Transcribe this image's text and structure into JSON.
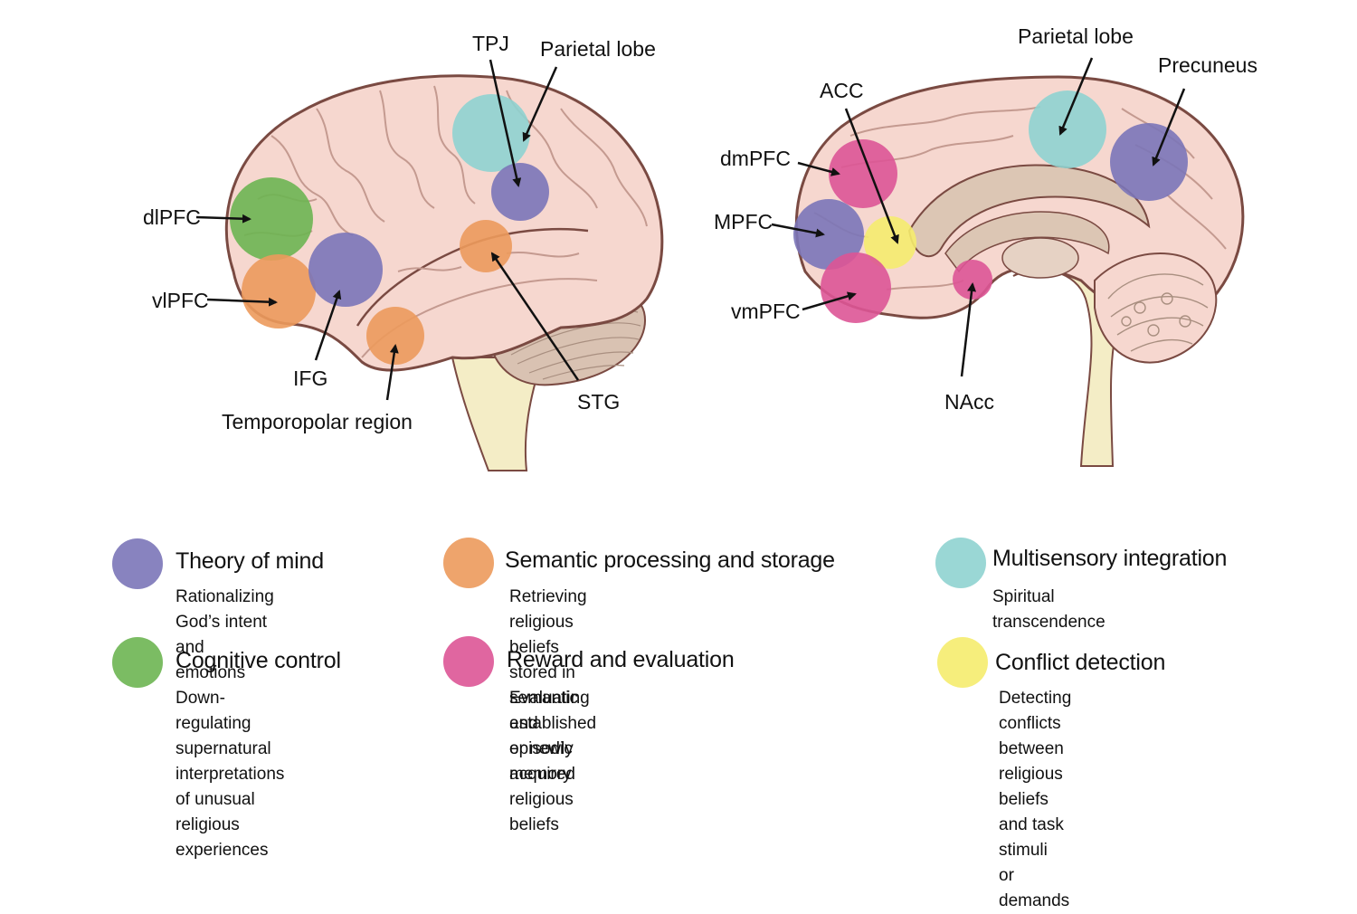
{
  "colors": {
    "theory_of_mind": "#7b76b8",
    "semantic": "#ec9a5c",
    "multisensory": "#8fd3d0",
    "cognitive_control": "#6db552",
    "reward": "#dd5596",
    "conflict": "#f5ec6e",
    "brain_fill": "#f6d7cf",
    "brain_stroke": "#7a4a42",
    "brainstem": "#f4edc6",
    "cerebellum": "#d9c2b2",
    "corpus": "#dcc6b4"
  },
  "lateral": {
    "labels": {
      "tpj": "TPJ",
      "parietal": "Parietal lobe",
      "dlpfc": "dlPFC",
      "vlpfc": "vlPFC",
      "ifg": "IFG",
      "temporopolar": "Temporopolar region",
      "stg": "STG"
    }
  },
  "medial": {
    "labels": {
      "parietal": "Parietal lobe",
      "precuneus": "Precuneus",
      "acc": "ACC",
      "dmpfc": "dmPFC",
      "mpfc": "MPFC",
      "vmpfc": "vmPFC",
      "nacc": "NAcc"
    }
  },
  "legend": [
    {
      "key": "theory_of_mind",
      "title": "Theory of mind",
      "desc": "Rationalizing God’s intent\nand emotions"
    },
    {
      "key": "semantic",
      "title": "Semantic processing and storage",
      "desc": "Retrieving religious beliefs stored in\nsemantic and episodic memory"
    },
    {
      "key": "multisensory",
      "title": "Multisensory integration",
      "desc": "Spiritual transcendence"
    },
    {
      "key": "cognitive_control",
      "title": "Cognitive control",
      "desc": "Down-regulating supernatural\ninterpretations of unusual\nreligious experiences"
    },
    {
      "key": "reward",
      "title": "Reward and evaluation",
      "desc": "Evaluating established or newly acquired\nreligious beliefs"
    },
    {
      "key": "conflict",
      "title": "Conflict detection",
      "desc": "Detecting conflicts between\nreligious beliefs and task stimuli\nor demands"
    }
  ]
}
